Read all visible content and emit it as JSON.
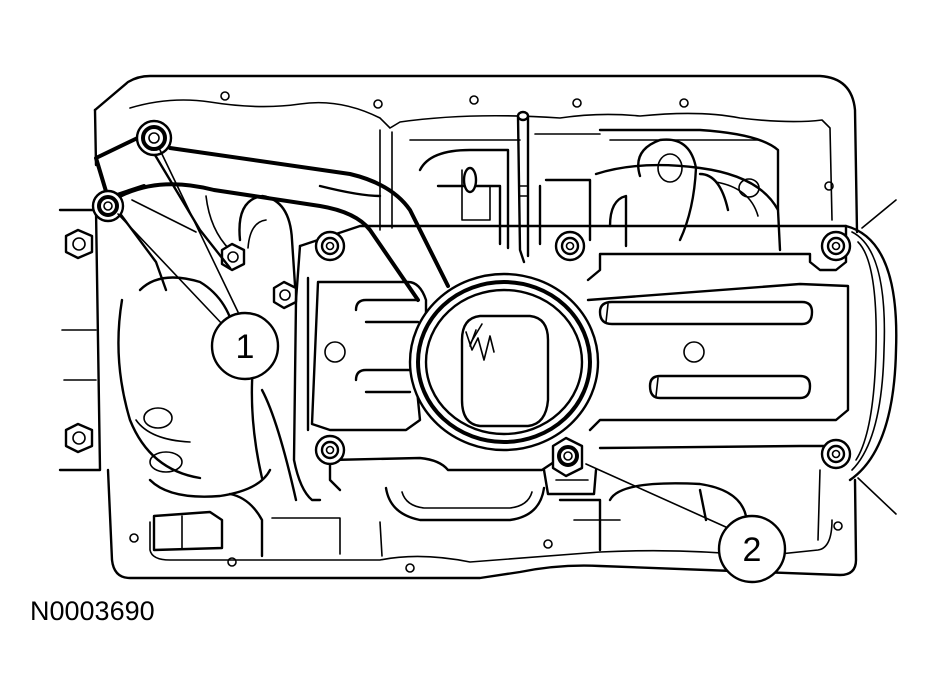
{
  "figure": {
    "id": "N0003690"
  },
  "callouts": [
    {
      "number": "1"
    },
    {
      "number": "2"
    }
  ]
}
